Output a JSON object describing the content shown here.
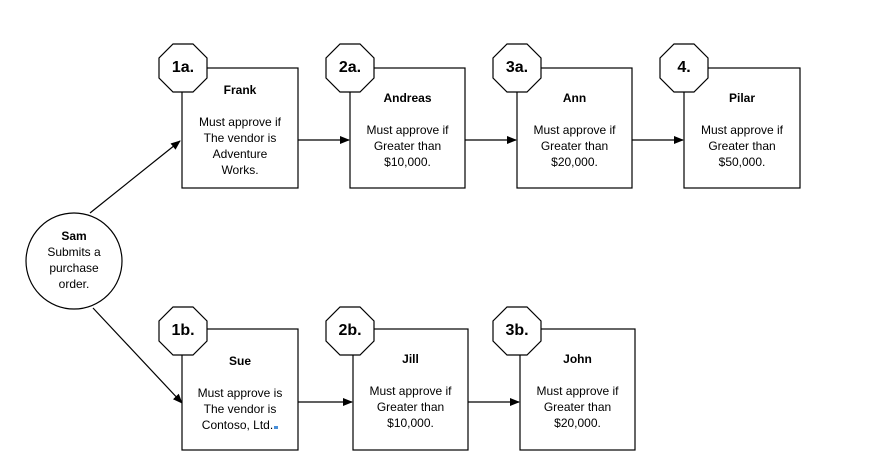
{
  "start": {
    "name": "Sam",
    "text": "Submits a\npurchase\norder."
  },
  "steps": [
    {
      "id": "frank",
      "badge": "1a.",
      "name": "Frank",
      "text": "Must approve if\nThe vendor is\nAdventure\nWorks."
    },
    {
      "id": "andreas",
      "badge": "2a.",
      "name": "Andreas",
      "text": "Must approve if\nGreater than\n$10,000."
    },
    {
      "id": "ann",
      "badge": "3a.",
      "name": "Ann",
      "text": "Must approve if\nGreater than\n$20,000."
    },
    {
      "id": "pilar",
      "badge": "4.",
      "name": "Pilar",
      "text": "Must approve if\nGreater than\n$50,000."
    },
    {
      "id": "sue",
      "badge": "1b.",
      "name": "Sue",
      "text": "Must approve is\nThe vendor is\nContoso, Ltd."
    },
    {
      "id": "jill",
      "badge": "2b.",
      "name": "Jill",
      "text": "Must approve if\nGreater than\n$10,000."
    },
    {
      "id": "john",
      "badge": "3b.",
      "name": "John",
      "text": "Must approve if\nGreater than\n$20,000."
    }
  ],
  "colors": {
    "stroke": "#000000",
    "background": "#ffffff"
  }
}
